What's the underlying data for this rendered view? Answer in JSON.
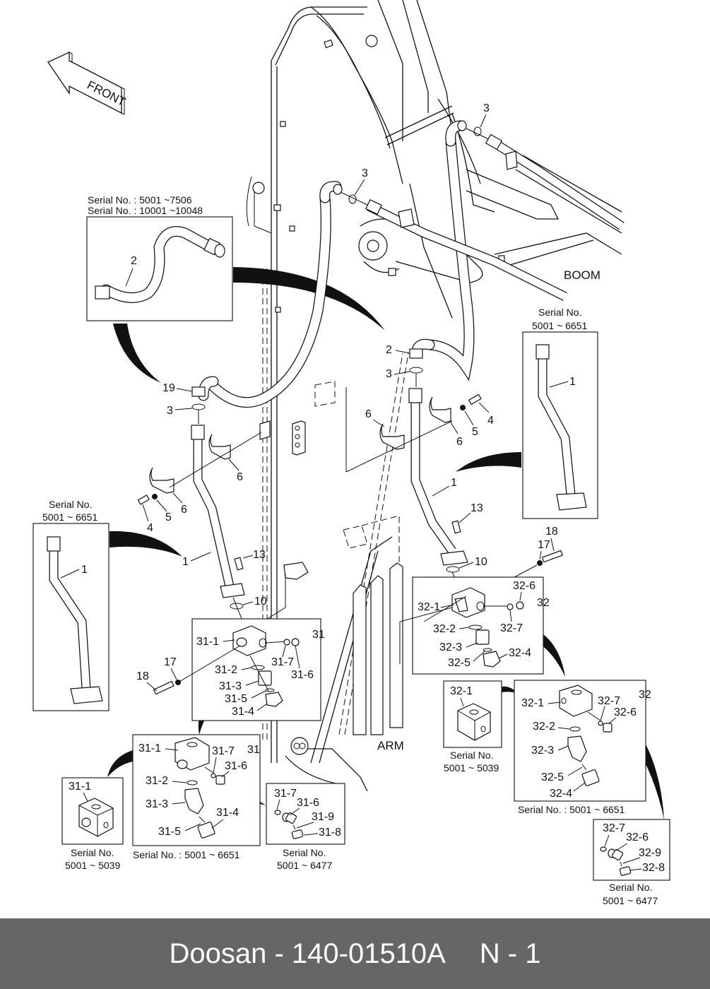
{
  "direction_arrow": {
    "label": "FRONT"
  },
  "regions": {
    "boom": "BOOM",
    "arm": "ARM"
  },
  "callouts": {
    "c1_left": "1",
    "c1_right": "1",
    "c1_inset_left": "1",
    "c1_inset_right": "1",
    "c2_inset": "2",
    "c2_main": "2",
    "c3_top_right": "3",
    "c3_top_mid": "3",
    "c3_left": "3",
    "c3_right": "3",
    "c4_left": "4",
    "c4_right": "4",
    "c5_left": "5",
    "c5_right": "5",
    "c6_left_a": "6",
    "c6_left_b": "6",
    "c6_right_a": "6",
    "c6_right_b": "6",
    "c10_left": "10",
    "c10_right": "10",
    "c13_left": "13",
    "c13_right": "13",
    "c17_left": "17",
    "c17_right": "17",
    "c18_left": "18",
    "c18_right": "18",
    "c19": "19",
    "c31": "31",
    "c31_1": "31-1",
    "c31_2": "31-2",
    "c31_3": "31-3",
    "c31_4": "31-4",
    "c31_5": "31-5",
    "c31_6": "31-6",
    "c31_7": "31-7",
    "c32": "32",
    "c32_1": "32-1",
    "c32_2": "32-2",
    "c32_3": "32-3",
    "c32_4": "32-4",
    "c32_5": "32-5",
    "c32_6": "32-6",
    "c32_7": "32-7"
  },
  "insets": {
    "hose_variant": {
      "serial_line1": "Serial No. : 5001 ~7506",
      "serial_line2": "Serial No. : 10001 ~10048",
      "part": "2"
    },
    "pipe_left": {
      "serial_label": "Serial No.",
      "serial_range": "5001 ~ 6651",
      "part": "1"
    },
    "pipe_right": {
      "serial_label": "Serial No.",
      "serial_range": "5001 ~ 6651",
      "part": "1"
    },
    "block31_old": {
      "part": "31-1",
      "serial_label": "Serial No.",
      "serial_range": "5001 ~ 5039"
    },
    "block31_assy": {
      "group": "31",
      "parts": [
        "31-1",
        "31-2",
        "31-3",
        "31-4",
        "31-5",
        "31-6",
        "31-7"
      ],
      "caption": "Serial No. : 5001 ~ 6651"
    },
    "plug31": {
      "parts": [
        "31-7",
        "31-6",
        "31-9",
        "31-8"
      ],
      "serial_label": "Serial No.",
      "serial_range": "5001 ~ 6477"
    },
    "block32_old": {
      "part": "32-1",
      "serial_label": "Serial No.",
      "serial_range": "5001 ~ 5039"
    },
    "block32_assy": {
      "group": "32",
      "parts": [
        "32-1",
        "32-2",
        "32-3",
        "32-4",
        "32-5",
        "32-6",
        "32-7"
      ],
      "caption": "Serial No. : 5001 ~ 6651"
    },
    "plug32": {
      "parts": [
        "32-7",
        "32-6",
        "32-9",
        "32-8"
      ],
      "serial_label": "Serial No.",
      "serial_range": "5001 ~ 6477"
    }
  },
  "footer": {
    "brand": "Doosan",
    "separator": "-",
    "part_number": "140-01510A",
    "page": "N - 1"
  },
  "colors": {
    "footer_bg": "#666666",
    "footer_text": "#ffffff",
    "line": "#111111"
  }
}
